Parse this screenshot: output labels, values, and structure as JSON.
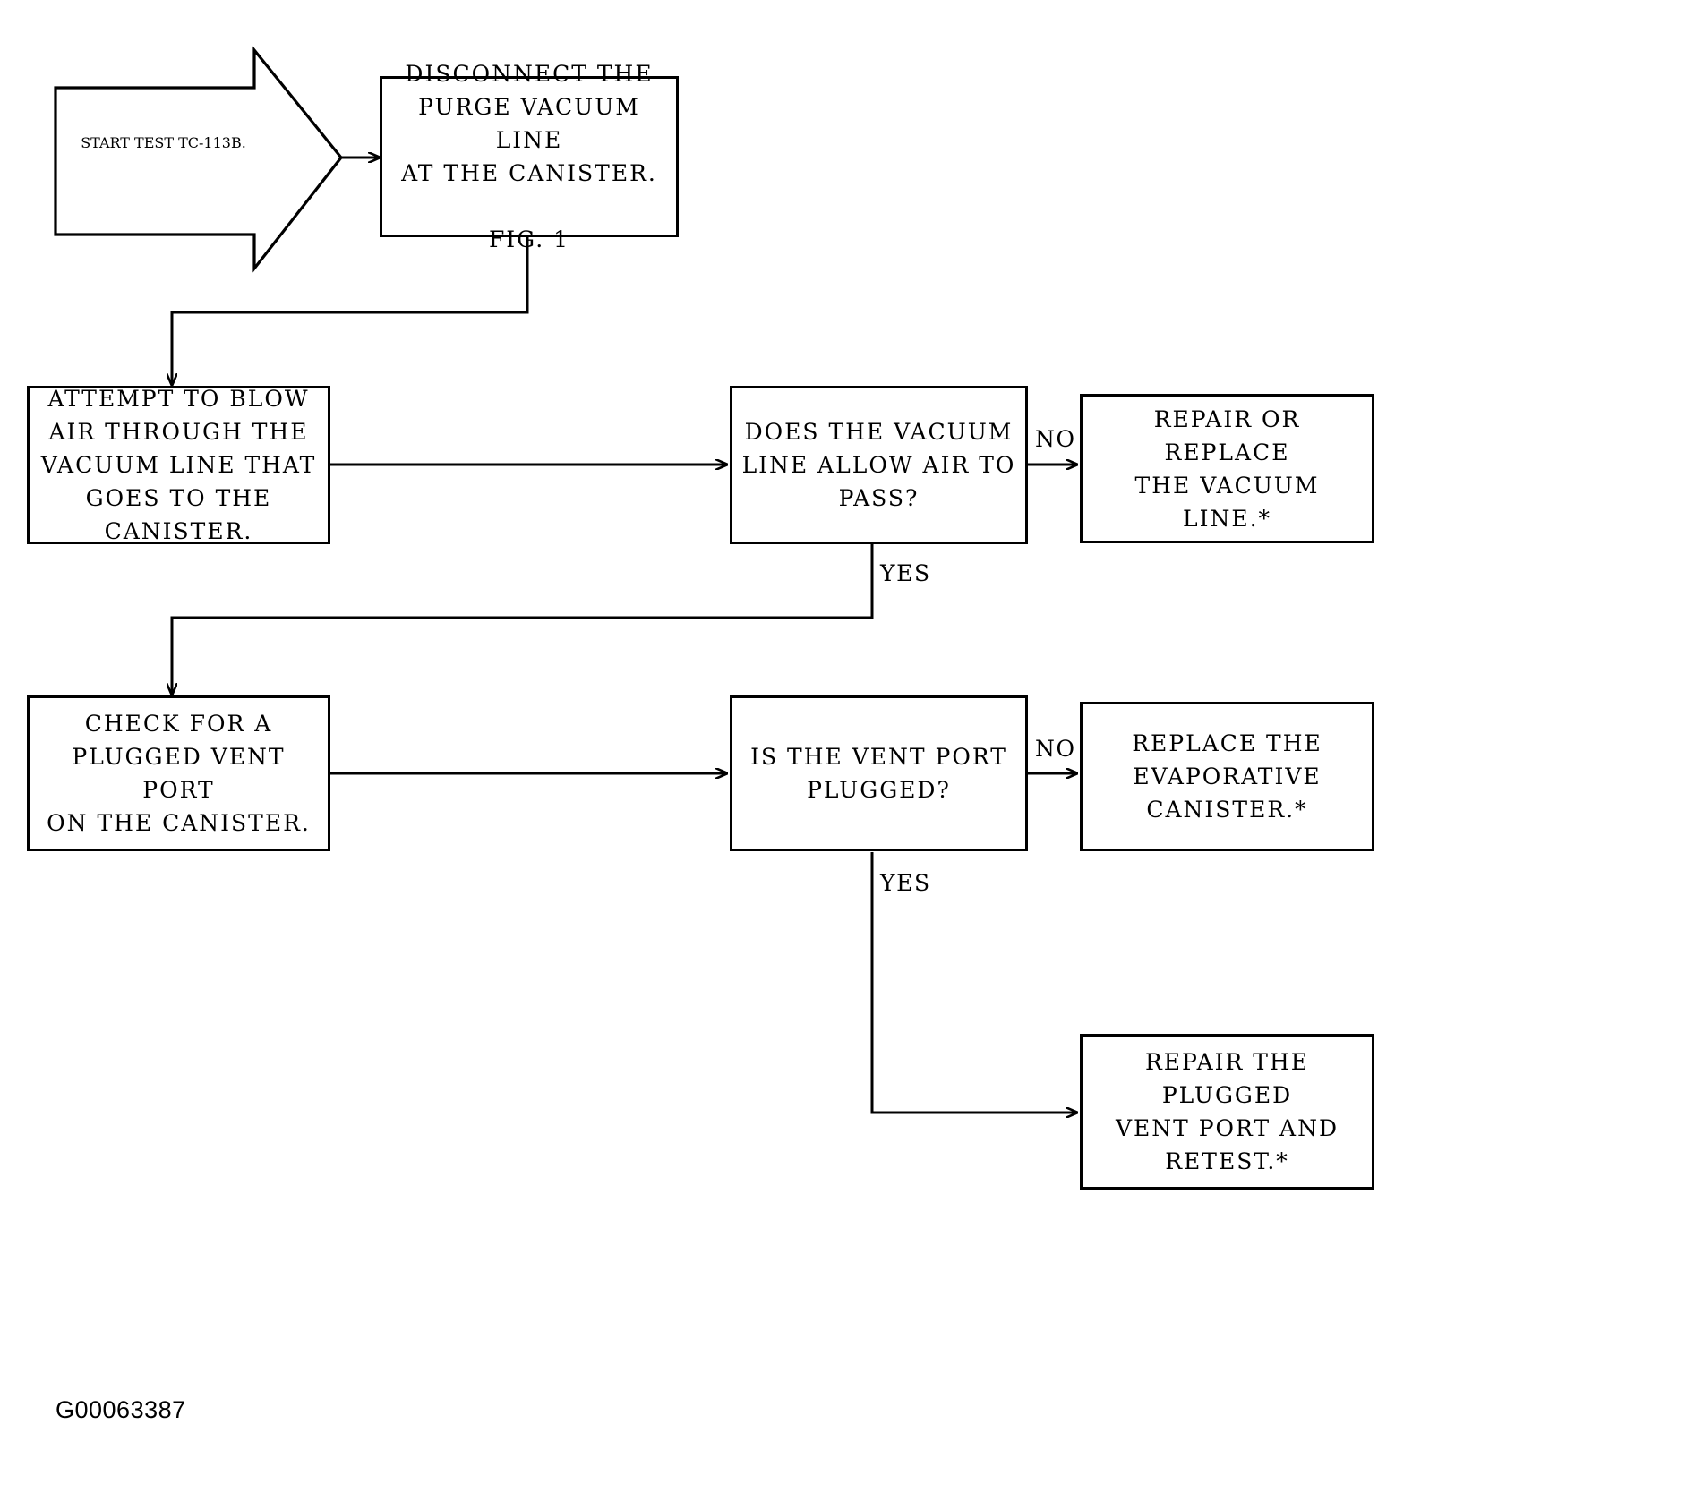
{
  "diagram": {
    "title_id": "G00063387",
    "nodes": {
      "start": {
        "text": "START TEST\nTC-113B.",
        "shape": "pentagon-arrow"
      },
      "disconnect": {
        "text": "DISCONNECT THE\nPURGE VACUUM LINE\nAT THE CANISTER.\n\nFIG. 1",
        "shape": "rect"
      },
      "attempt_blow": {
        "text": "ATTEMPT TO BLOW\nAIR THROUGH THE\nVACUUM LINE THAT\nGOES TO THE\nCANISTER.",
        "shape": "rect"
      },
      "decision_vacuum": {
        "text": "DOES THE VACUUM\nLINE ALLOW AIR TO\nPASS?",
        "shape": "rect"
      },
      "repair_vacuum_line": {
        "text": "REPAIR OR REPLACE\nTHE VACUUM LINE.*",
        "shape": "rect"
      },
      "check_vent_port": {
        "text": "CHECK FOR A\nPLUGGED VENT PORT\nON THE CANISTER.",
        "shape": "rect"
      },
      "decision_vent_port": {
        "text": "IS THE VENT PORT\nPLUGGED?",
        "shape": "rect"
      },
      "replace_canister": {
        "text": "REPLACE THE\nEVAPORATIVE\nCANISTER.*",
        "shape": "rect"
      },
      "repair_vent_port": {
        "text": "REPAIR THE PLUGGED\nVENT PORT AND\nRETEST.*",
        "shape": "rect"
      }
    },
    "edge_labels": {
      "no_vacuum": "NO",
      "yes_vacuum": "YES",
      "no_vent": "NO",
      "yes_vent": "YES"
    },
    "colors": {
      "line": "#000000",
      "background": "#ffffff",
      "text": "#000000"
    }
  }
}
